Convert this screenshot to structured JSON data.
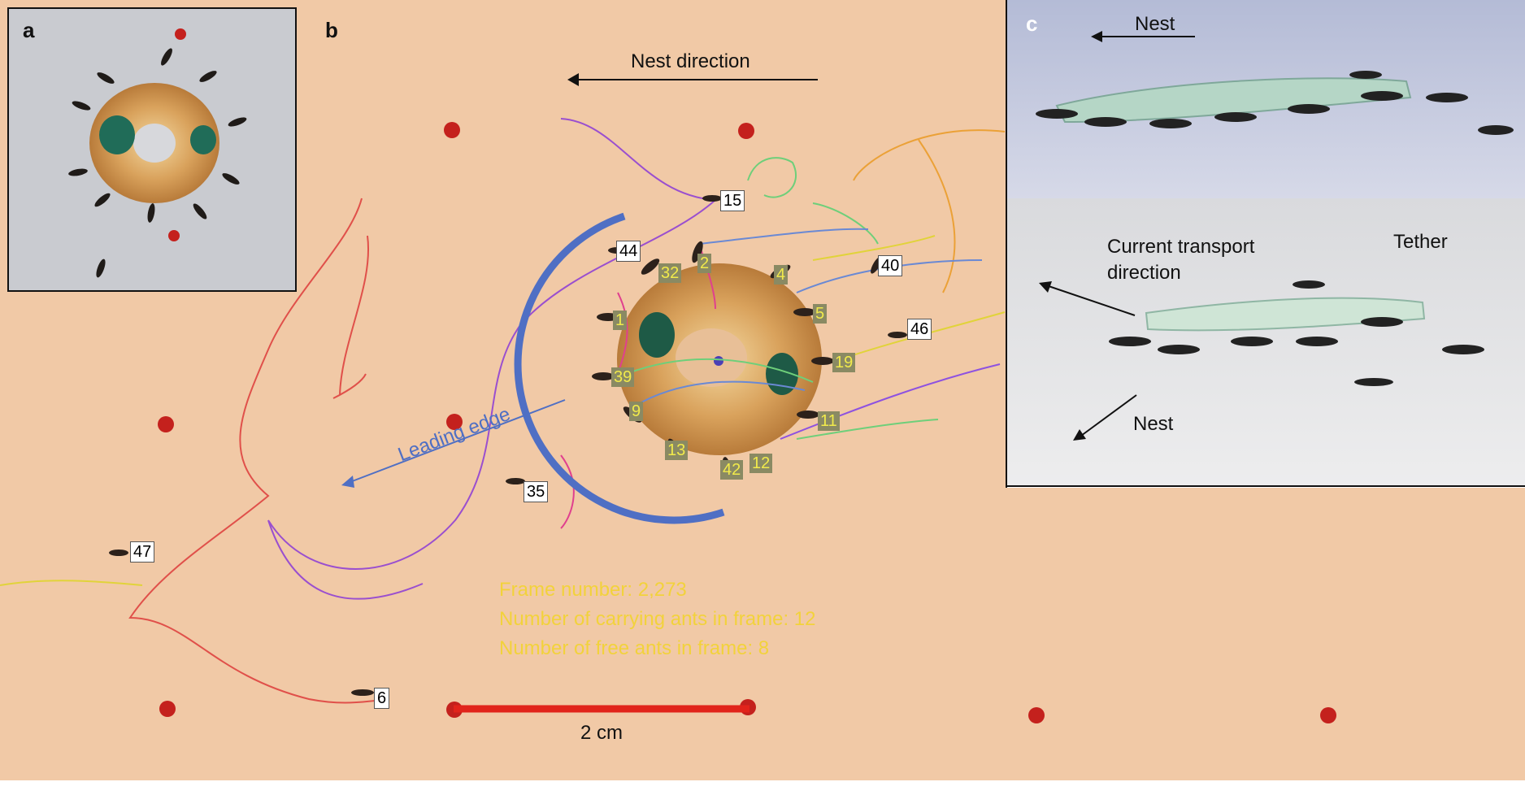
{
  "panels": {
    "a": "a",
    "b": "b",
    "c": "c"
  },
  "panel_b": {
    "nest_direction": "Nest direction",
    "leading_edge": "Leading edge",
    "scale_label": "2 cm",
    "frame_number": "Frame number: 2,273",
    "carrying_ants": "Number of carrying ants in frame: 12",
    "free_ants": "Number of free ants in frame: 8",
    "carrying_ant_ids": [
      "1",
      "2",
      "4",
      "5",
      "9",
      "11",
      "12",
      "13",
      "19",
      "32",
      "39",
      "42"
    ],
    "free_ant_ids": [
      "6",
      "15",
      "35",
      "40",
      "44",
      "46",
      "47"
    ]
  },
  "panel_c": {
    "nest_top": "Nest",
    "current_transport_line1": "Current transport",
    "current_transport_line2": "direction",
    "tether": "Tether",
    "nest_bottom": "Nest"
  },
  "colors": {
    "surface": "#f1c8a5",
    "scale_bar": "#e1241b",
    "leading_edge": "#4f6fc4",
    "info_text": "#f2d23b",
    "marker_dots": "#c4211d"
  }
}
